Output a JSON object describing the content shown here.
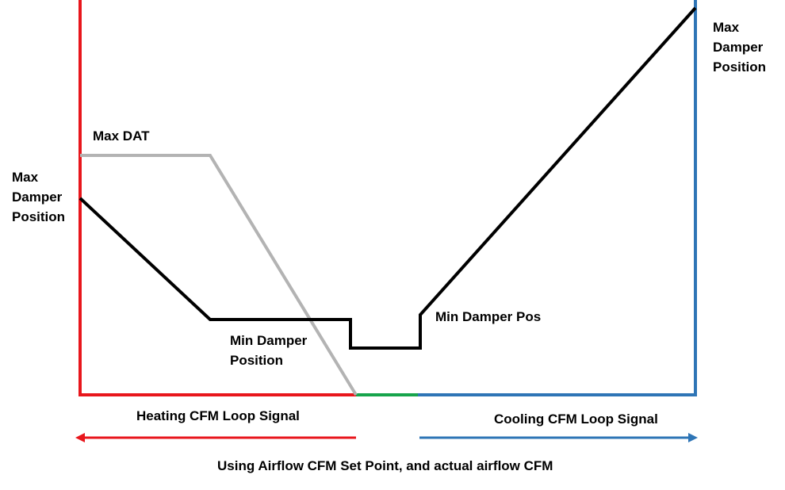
{
  "colors": {
    "heating": "#E8161C",
    "cooling": "#2E75B6",
    "deadband": "#17A44B",
    "damper_line": "#000000",
    "dat_line": "#B3B3B3"
  },
  "labels": {
    "max_damper_left": [
      "Max",
      "Damper",
      "Position"
    ],
    "max_damper_right": [
      "Max",
      "Damper",
      "Position"
    ],
    "max_dat": "Max DAT",
    "min_damper_position": [
      "Min Damper",
      "Position"
    ],
    "min_damper_pos": "Min Damper Pos",
    "heating_signal": "Heating CFM Loop Signal",
    "cooling_signal": "Cooling CFM Loop Signal",
    "footer": "Using Airflow CFM Set Point, and actual airflow CFM"
  }
}
